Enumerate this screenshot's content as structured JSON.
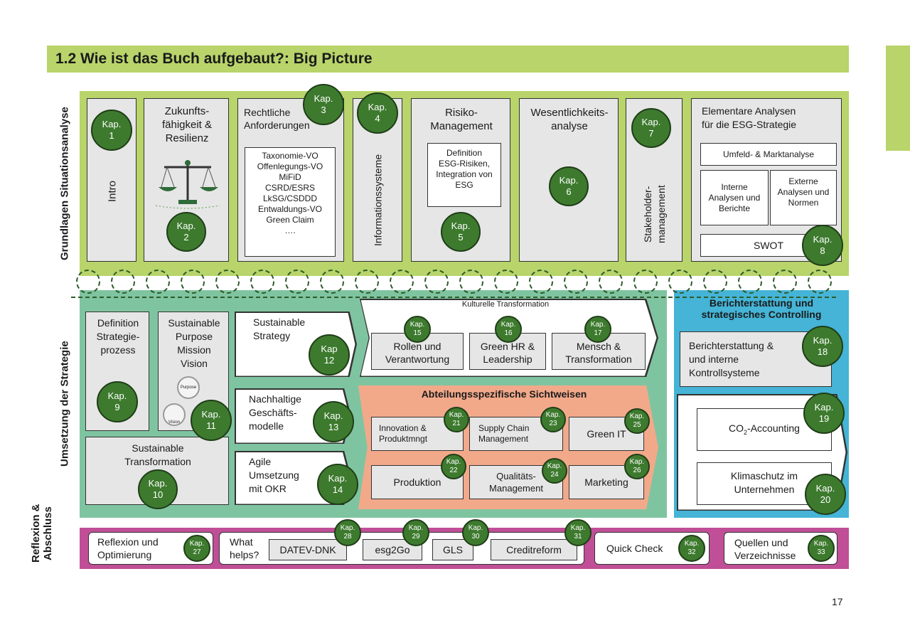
{
  "title": "1.2  Wie ist das Buch aufgebaut?: Big Picture",
  "row_labels": {
    "grundlagen": "Grundlagen Situationsanalyse",
    "umsetzung": "Umsetzung der Strategie",
    "reflexion": "Reflexion & Abschluss"
  },
  "kap_word": "Kap.",
  "kap_word_alt": "Kap",
  "grundlagen": {
    "intro": "Intro",
    "zukunft": "Zukunfts-\nfähigkeit &\nResilienz",
    "rechtlich_title": "Rechtliche\nAnforderungen",
    "rechtlich_items": [
      "Taxonomie-VO",
      "Offenlegungs-VO",
      "MiFiD",
      "CSRD/ESRS",
      "LkSG/CSDDD",
      "Entwaldungs-VO",
      "Green Claim",
      "…."
    ],
    "informationssysteme": "Informationssysteme",
    "risiko_title": "Risiko-\nManagement",
    "risiko_inner": "Definition\nESG-Risiken,\nIntegration von\nESG",
    "wesentlichkeit": "Wesentlichkeits-\nanalyse",
    "stakeholder": "Stakeholder-\nmanagement",
    "elementar_title": "Elementare Analysen\nfür die ESG-Strategie",
    "umfeld": "Umfeld- & Marktanalyse",
    "interne": "Interne\nAnalysen und\nBerichte",
    "externe": "Externe\nAnalysen und\nNormen",
    "swot": "SWOT"
  },
  "umsetzung": {
    "definition": "Definition\nStrategie-\nprozess",
    "purpose": "Sustainable\nPurpose\nMission\nVision",
    "purpose_badge1": "Purpose",
    "purpose_badge2": "Vision",
    "transformation": "Sustainable\nTransformation",
    "strategy": "Sustainable\nStrategy",
    "geschaeft": "Nachhaltige\nGeschäfts-\nmodelle",
    "agile": "Agile\nUmsetzung\nmit OKR",
    "kulturelle": "Kulturelle Transformation",
    "rollen": "Rollen und\nVerantwortung",
    "greenhr": "Green HR &\nLeadership",
    "mensch": "Mensch &\nTransformation",
    "abteilung": "Abteilungsspezifische Sichtweisen",
    "innovation": "Innovation &\nProduktmngt",
    "supply": "Supply Chain\nManagement",
    "greenit": "Green IT",
    "produktion": "Produktion",
    "qualitaet": "Qualitäts-\nManagement",
    "marketing": "Marketing"
  },
  "bericht": {
    "title": "Berichterstattung und\nstrategisches Controlling",
    "interne": "Berichterstattung &\nund interne\nKontrollsysteme",
    "co2_prefix": "CO",
    "co2_sub": "2",
    "co2_suffix": "-Accounting",
    "klima": "Klimaschutz im\nUnternehmen"
  },
  "reflexion": {
    "optimierung": "Reflexion und\nOptimierung",
    "what_helps": "What\nhelps?",
    "datev": "DATEV-DNK",
    "esg2go": "esg2Go",
    "gls": "GLS",
    "creditreform": "Creditreform",
    "quickcheck": "Quick Check",
    "quellen": "Quellen und\nVerzeichnisse"
  },
  "kap_numbers": {
    "k1": "1",
    "k2": "2",
    "k3": "3",
    "k4": "4",
    "k5": "5",
    "k6": "6",
    "k7": "7",
    "k8": "8",
    "k9": "9",
    "k10": "10",
    "k11": "11",
    "k12": "12",
    "k13": "13",
    "k14": "14",
    "k15": "15",
    "k16": "16",
    "k17": "17",
    "k18": "18",
    "k19": "19",
    "k20": "20",
    "k21": "21",
    "k22": "22",
    "k23": "23",
    "k24": "24",
    "k25": "25",
    "k26": "26",
    "k27": "27",
    "k28": "28",
    "k29": "29",
    "k30": "30",
    "k31": "31",
    "k32": "32",
    "k33": "33"
  },
  "page_number": "17",
  "colors": {
    "lime": "#b8d46a",
    "green": "#7fc4a0",
    "blue": "#45b4d6",
    "magenta": "#c04f97",
    "orange": "#f2a98a",
    "kap": "#3d7a2e"
  }
}
